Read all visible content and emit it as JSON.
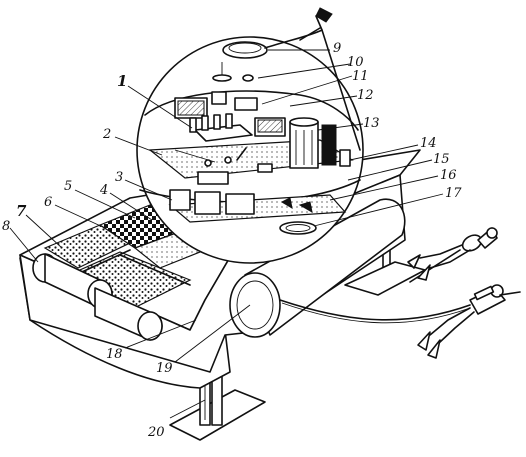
{
  "figure": {
    "callouts": [
      "1",
      "2",
      "3",
      "4",
      "5",
      "6",
      "7",
      "8",
      "9",
      "10",
      "11",
      "12",
      "13",
      "14",
      "15",
      "16",
      "17",
      "18",
      "19",
      "20"
    ]
  },
  "colors": {
    "ink": "#111111",
    "paper": "#ffffff"
  }
}
